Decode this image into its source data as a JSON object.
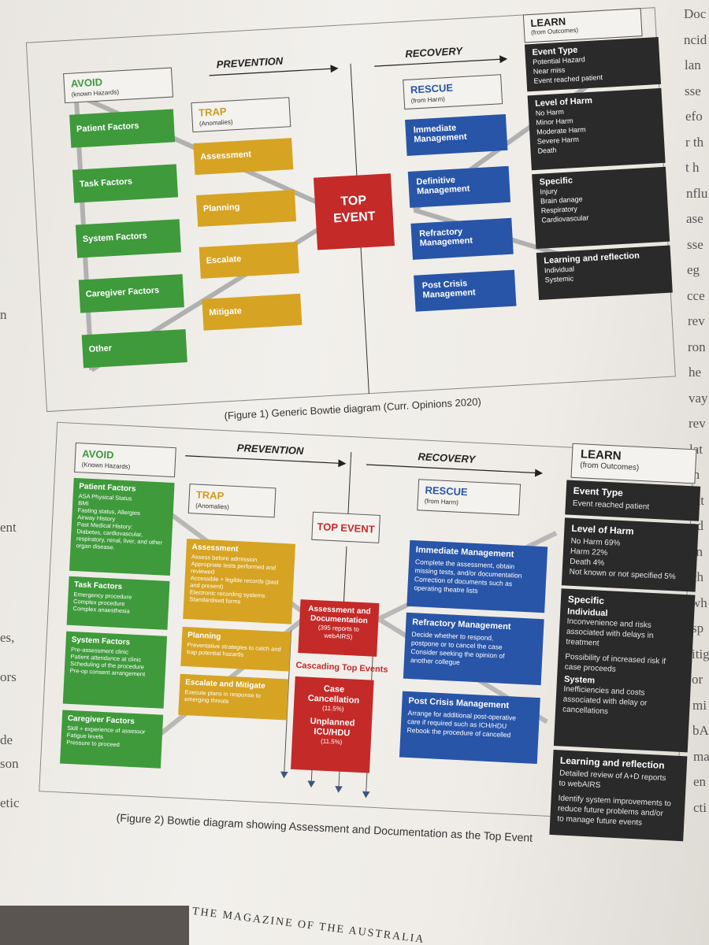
{
  "side_text": {
    "right_col": [
      "Doc",
      "ncid",
      "lan",
      "sse",
      "efo",
      "r th",
      "t h",
      "nflu",
      "ase",
      "sse",
      "eg",
      "cce",
      "rev",
      "ron",
      "he",
      "vay",
      "rev",
      "lat",
      "m",
      "rat",
      "nd",
      "an",
      "ch",
      "wh",
      "sp",
      "itig",
      "or",
      "mi",
      "bA",
      "ma",
      "en",
      "cti"
    ],
    "left_col": [
      "n",
      "ent",
      "es,",
      "ors",
      "de",
      "son",
      "etic"
    ]
  },
  "figure1": {
    "prevention_label": "PREVENTION",
    "recovery_label": "RECOVERY",
    "avoid": {
      "title": "AVOID",
      "subtitle": "(known Hazards)"
    },
    "trap": {
      "title": "TRAP",
      "subtitle": "(Anomalies)"
    },
    "rescue": {
      "title": "RESCUE",
      "subtitle": "(from Harm)"
    },
    "learn": {
      "title": "LEARN",
      "subtitle": "(from Outcomes)"
    },
    "avoid_items": [
      "Patient Factors",
      "Task Factors",
      "System Factors",
      "Caregiver Factors",
      "Other"
    ],
    "trap_items": [
      "Assessment",
      "Planning",
      "Escalate",
      "Mitigate"
    ],
    "top_event": [
      "TOP",
      "EVENT"
    ],
    "rescue_items": [
      [
        "Immediate",
        "Management"
      ],
      [
        "Definitive",
        "Management"
      ],
      [
        "Refractory",
        "Management"
      ],
      [
        "Post Crisis",
        "Management"
      ]
    ],
    "learn_blocks": [
      {
        "head": "Event Type",
        "lines": [
          "Potential Hazard",
          "Near miss",
          "Event reached patient"
        ]
      },
      {
        "head": "Level of Harm",
        "lines": [
          "No Harm",
          "Minor Harm",
          "Moderate Harm",
          "Severe Harm",
          "Death"
        ]
      },
      {
        "head": "Specific",
        "lines": [
          "Injury",
          "Brain danage",
          "Respiratory",
          "Cardiovascular"
        ]
      },
      {
        "head": "Learning and reflection",
        "lines": [
          "Individual",
          "Systemic"
        ]
      }
    ],
    "caption": "(Figure 1) Generic Bowtie diagram (Curr. Opinions 2020)"
  },
  "figure2": {
    "prevention_label": "PREVENTION",
    "recovery_label": "RECOVERY",
    "avoid": {
      "title": "AVOID",
      "subtitle": "(Known Hazards)"
    },
    "trap": {
      "title": "TRAP",
      "subtitle": "(Anomalies)"
    },
    "rescue": {
      "title": "RESCUE",
      "subtitle": "(from Harm)"
    },
    "learn": {
      "title": "LEARN",
      "subtitle": "(from Outcomes)"
    },
    "top_event_label": "TOP EVENT",
    "avoid_items": [
      {
        "head": "Patient Factors",
        "lines": [
          "ASA Physical Status",
          "BMI",
          "Fasting status, Allergies",
          "Airway History",
          "Past Medical History:",
          "Diabetes, cardiovascular,",
          "respiratory, renal, liver, and other",
          "organ disease."
        ]
      },
      {
        "head": "Task Factors",
        "lines": [
          "Emergency procedure",
          "Complex procedure",
          "Complex anaesthesia"
        ]
      },
      {
        "head": "System Factors",
        "lines": [
          "Pre-assessment clinic",
          "Patient attendance at clinic",
          "Scheduling of the procedure",
          "Pre-op consent arrangement"
        ]
      },
      {
        "head": "Caregiver Factors",
        "lines": [
          "Skill + experience of assessor",
          "Fatigue levels",
          "Pressure to proceed"
        ]
      }
    ],
    "trap_items": [
      {
        "head": "Assessment",
        "lines": [
          "Assess before admission",
          "Appropriate tests performed and",
          "reviewed",
          "Accessible + legible records (past",
          "and present)",
          "Electronic recording systems",
          "Standardised forms"
        ]
      },
      {
        "head": "Planning",
        "lines": [
          "Preventative strategies to catch and",
          "trap potential hazards"
        ]
      },
      {
        "head": "Escalate and Mitigate",
        "lines": [
          "Execute plans in response to",
          "emerging threats"
        ]
      }
    ],
    "center_event": {
      "lines": [
        "Assessment and",
        "Documentation"
      ],
      "note": [
        "(395 reports to",
        "webAIRS)"
      ]
    },
    "cascading_label": "Cascading Top Events",
    "cascade": [
      {
        "head": [
          "Case",
          "Cancellation"
        ],
        "pct": "(11.5%)"
      },
      {
        "head": [
          "Unplanned",
          "ICU/HDU"
        ],
        "pct": "(11.5%)"
      }
    ],
    "rescue_items": [
      {
        "head": "Immediate Management",
        "lines": [
          "Complete the assessment, obtain",
          "missing tests, and/or documentation",
          "Correction of documents such as",
          "operating theatre lists"
        ]
      },
      {
        "head": "Refractory Management",
        "lines": [
          "Decide whether to respond,",
          "postpone or to cancel the case",
          "Consider seeking the opinion of",
          "another collegue"
        ]
      },
      {
        "head": "Post Crisis Management",
        "lines": [
          "Arrange for additional post-operative",
          "care if required such as ICH/HDU",
          "Rebook the procedure of cancelled"
        ]
      }
    ],
    "learn_blocks": [
      {
        "head": "Event Type",
        "lines": [
          "Event reached patient"
        ]
      },
      {
        "head": "Level of Harm",
        "lines": [
          "No Harm 69%",
          "Harm 22%",
          "Death 4%",
          "Not known or not specified 5%"
        ]
      },
      {
        "head": "Specific",
        "lines": []
      },
      {
        "head": "Learning and reflection",
        "lines": [
          "Detailed review of A+D reports",
          "to webAIRS",
          "",
          "Identify system improvements to",
          "reduce future problems and/or",
          "to manage future events"
        ]
      }
    ],
    "specific_sub": [
      {
        "head": "Individual",
        "lines": [
          "Inconvenience and risks",
          "associated with delays in",
          "treatment",
          "",
          "Possibility of increased risk if",
          "case proceeds"
        ]
      },
      {
        "head": "System",
        "lines": [
          "Inefficiencies and costs",
          "associated with delay or",
          "cancellations"
        ]
      }
    ],
    "caption": "(Figure 2) Bowtie diagram showing Assessment and Documentation as the Top Event"
  },
  "footer": "THE MAGAZINE OF THE AUSTRALIA",
  "colors": {
    "green": "#3f9a3c",
    "gold": "#d6a323",
    "blue": "#2855a8",
    "red": "#c42a28",
    "dark": "#2a2a2a"
  }
}
